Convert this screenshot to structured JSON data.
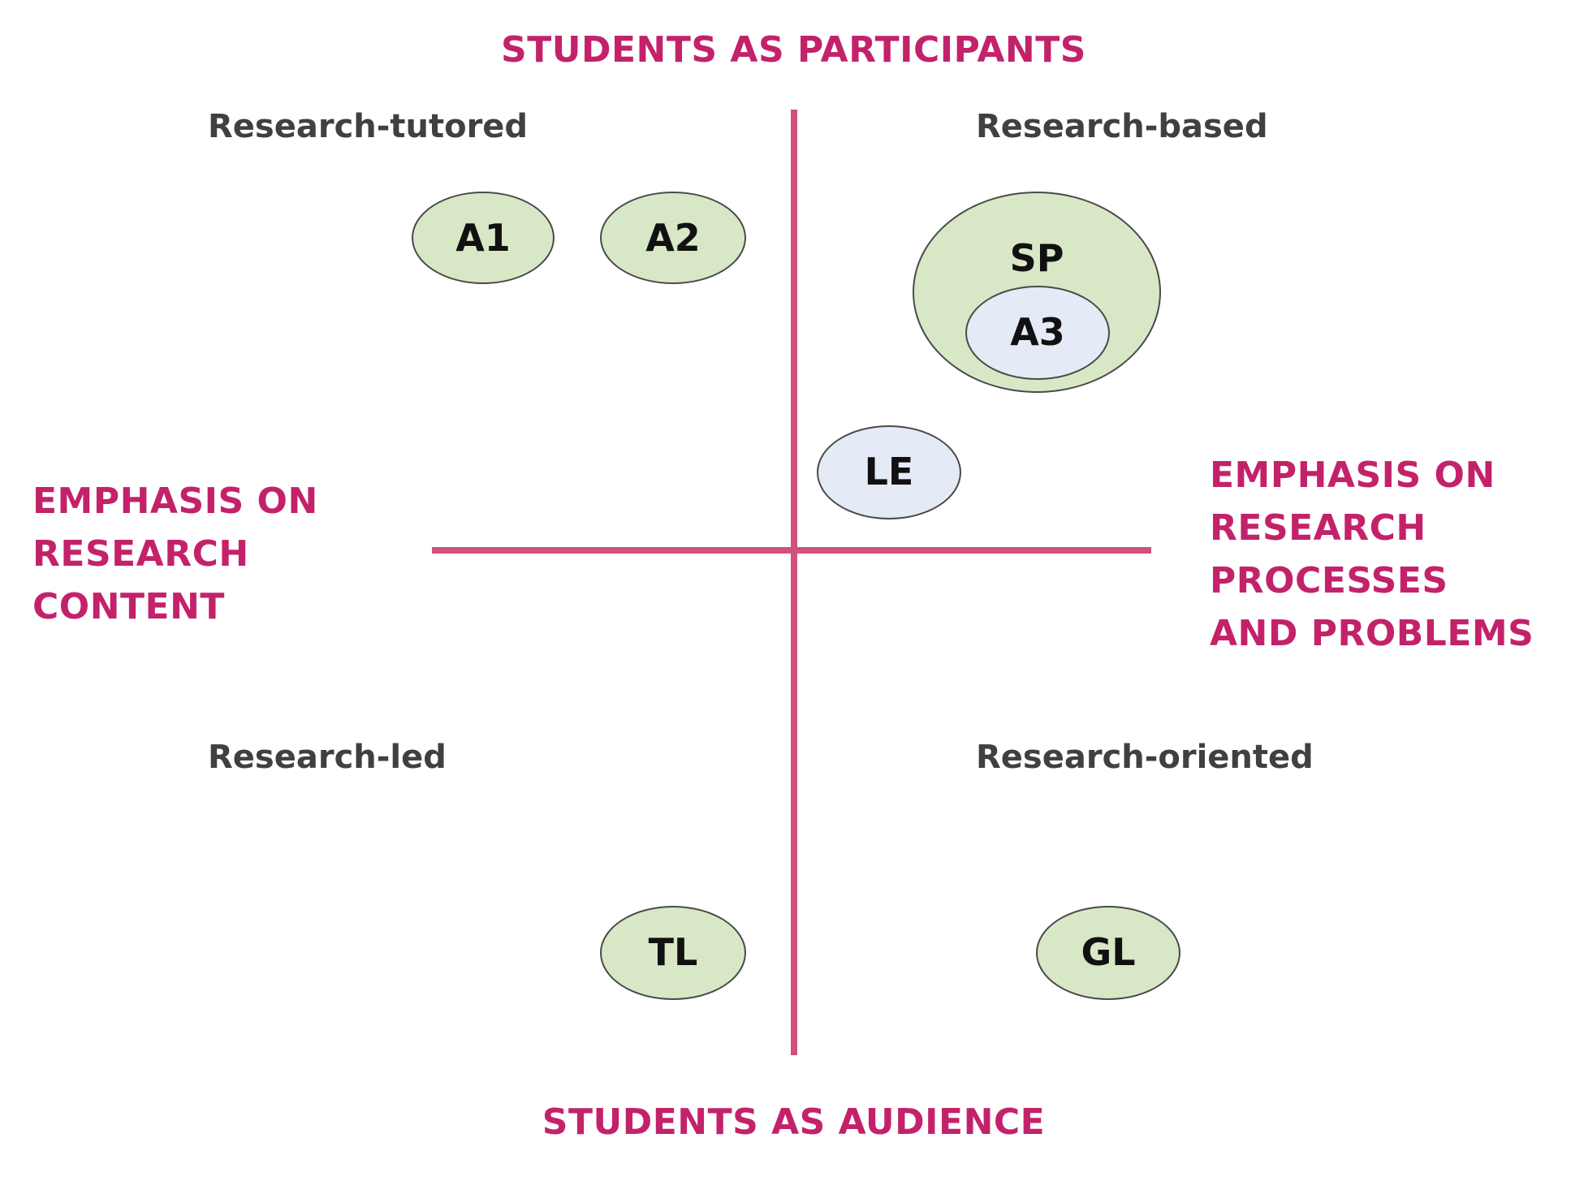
{
  "axes": {
    "top": "STUDENTS AS PARTICIPANTS",
    "bottom": "STUDENTS AS AUDIENCE",
    "left": [
      "EMPHASIS ON",
      "RESEARCH",
      "CONTENT"
    ],
    "right": [
      "EMPHASIS ON",
      "RESEARCH",
      "PROCESSES",
      "AND PROBLEMS"
    ]
  },
  "quadrants": {
    "top_left": "Research-tutored",
    "top_right": "Research-based",
    "bottom_left": "Research-led",
    "bottom_right": "Research-oriented"
  },
  "nodes": {
    "a1": "A1",
    "a2": "A2",
    "sp": "SP",
    "a3": "A3",
    "le": "LE",
    "tl": "TL",
    "gl": "GL"
  },
  "colors": {
    "axis": "#c3226b",
    "axis_line": "#d0507e",
    "quadrant_label": "#404040",
    "node_green": "#d8e8c6",
    "node_blue": "#e4ebf6"
  }
}
